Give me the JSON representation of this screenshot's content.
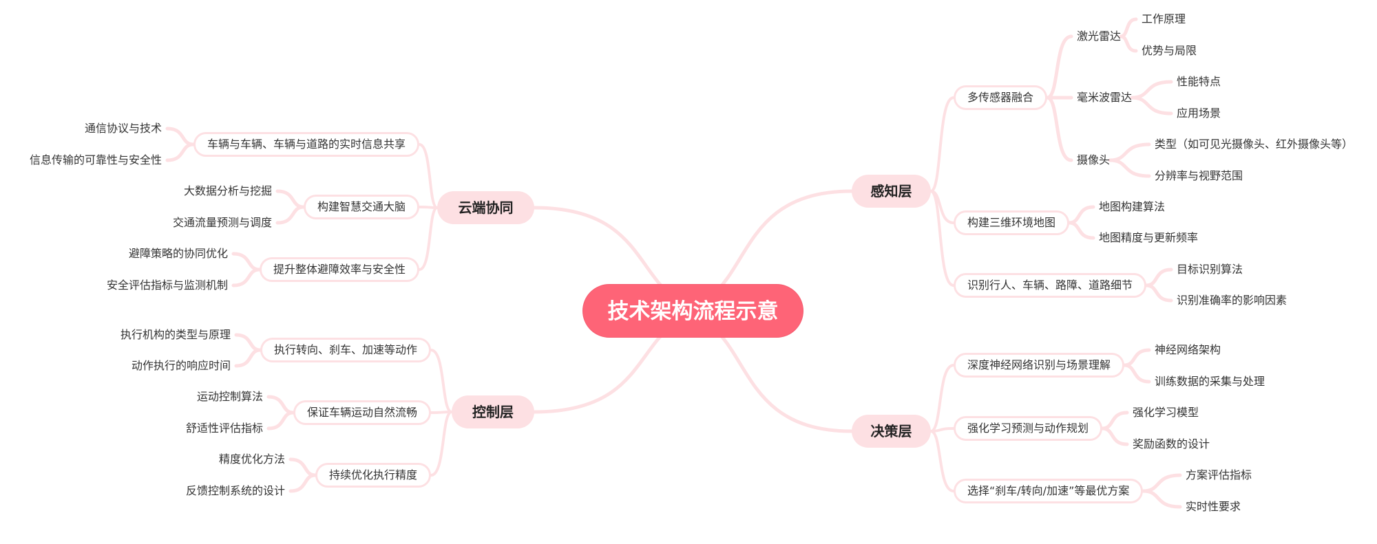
{
  "title": "技术架构流程示意",
  "colors": {
    "center": "#fe6477",
    "main": "#fde0e3",
    "line": "#fde0e3",
    "text": "#333333"
  },
  "branches": [
    {
      "label": "感知层",
      "children": [
        {
          "label": "多传感器融合",
          "children": [
            {
              "label": "激光雷达",
              "children": [
                "工作原理",
                "优势与局限"
              ]
            },
            {
              "label": "毫米波雷达",
              "children": [
                "性能特点",
                "应用场景"
              ]
            },
            {
              "label": "摄像头",
              "children": [
                "类型（如可见光摄像头、红外摄像头等）",
                "分辨率与视野范围"
              ]
            }
          ]
        },
        {
          "label": "构建三维环境地图",
          "children": [
            "地图构建算法",
            "地图精度与更新频率"
          ]
        },
        {
          "label": "识别行人、车辆、路障、道路细节",
          "children": [
            "目标识别算法",
            "识别准确率的影响因素"
          ]
        }
      ]
    },
    {
      "label": "决策层",
      "children": [
        {
          "label": "深度神经网络识别与场景理解",
          "children": [
            "神经网络架构",
            "训练数据的采集与处理"
          ]
        },
        {
          "label": "强化学习预测与动作规划",
          "children": [
            "强化学习模型",
            "奖励函数的设计"
          ]
        },
        {
          "label": "选择“刹车/转向/加速”等最优方案",
          "children": [
            "方案评估指标",
            "实时性要求"
          ]
        }
      ]
    },
    {
      "label": "云端协同",
      "children": [
        {
          "label": "车辆与车辆、车辆与道路的实时信息共享",
          "children": [
            "通信协议与技术",
            "信息传输的可靠性与安全性"
          ]
        },
        {
          "label": "构建智慧交通大脑",
          "children": [
            "大数据分析与挖掘",
            "交通流量预测与调度"
          ]
        },
        {
          "label": "提升整体避障效率与安全性",
          "children": [
            "避障策略的协同优化",
            "安全评估指标与监测机制"
          ]
        }
      ]
    },
    {
      "label": "控制层",
      "children": [
        {
          "label": "执行转向、刹车、加速等动作",
          "children": [
            "执行机构的类型与原理",
            "动作执行的响应时间"
          ]
        },
        {
          "label": "保证车辆运动自然流畅",
          "children": [
            "运动控制算法",
            "舒适性评估指标"
          ]
        },
        {
          "label": "持续优化执行精度",
          "children": [
            "精度优化方法",
            "反馈控制系统的设计"
          ]
        }
      ]
    }
  ]
}
